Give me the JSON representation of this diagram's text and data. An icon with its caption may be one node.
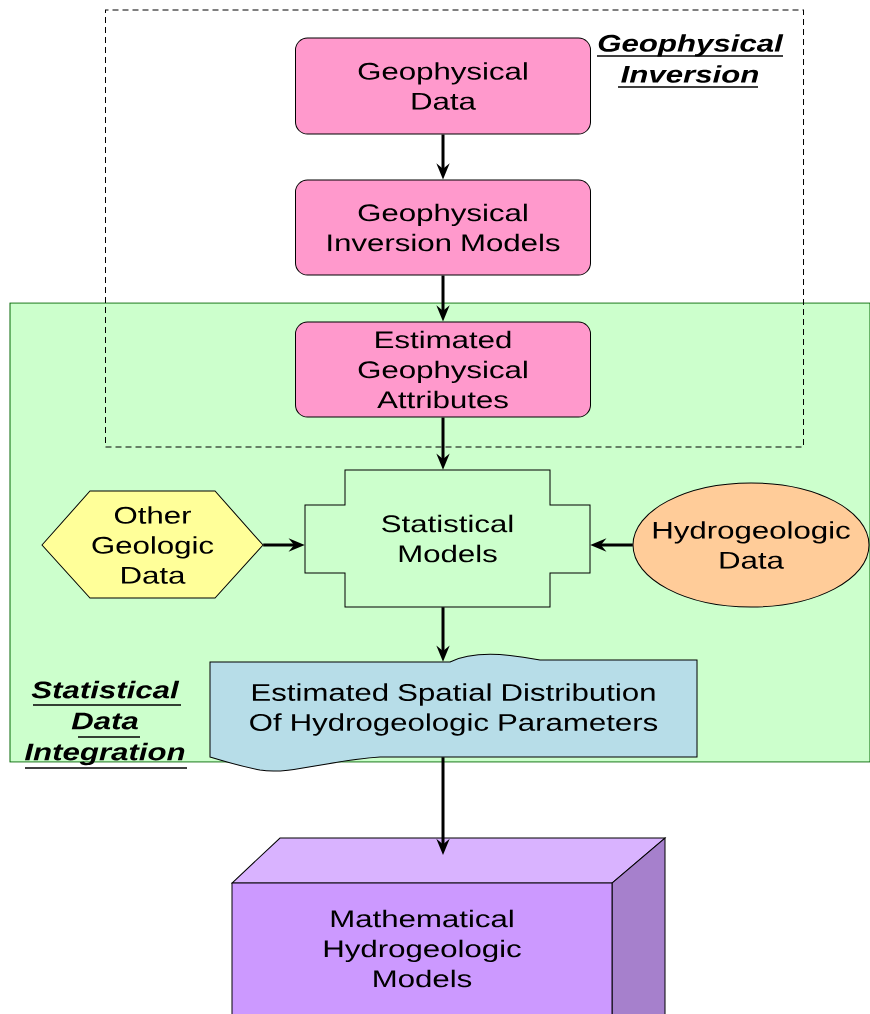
{
  "diagram": {
    "nodes": [
      {
        "text": [
          "Geophysical Inversion"
        ]
      },
      {
        "text": [
          "Geophysical Data"
        ],
        "in": 0
      },
      {
        "text": [
          "Geophysical Inversion Models"
        ],
        "in": 0
      },
      {
        "text": [
          "Statistical Data Integration"
        ]
      },
      {
        "text": [
          "Estimated Geophysical Attributes"
        ]
      },
      {
        "text": [
          "Other Geologic Data"
        ],
        "in": 3
      },
      {
        "text": [
          "Statistical Models"
        ],
        "in": 3
      },
      {
        "text": [
          "Hydrogeologic Data"
        ],
        "in": 3
      },
      {
        "text": [
          "Estimated Spatial Distribution Of Hydrogeologic Parameters"
        ],
        "in": 3
      },
      {
        "text": [
          "Mathematical Hydrogeologic Models"
        ]
      }
    ],
    "edges": [
      {
        "from": 1,
        "to": 2,
        "arrow": "to"
      },
      {
        "from": 2,
        "to": 4,
        "arrow": "to"
      },
      {
        "from": 4,
        "to": 6,
        "arrow": "to"
      },
      {
        "from": 5,
        "to": 6,
        "arrow": "to"
      },
      {
        "from": 7,
        "to": 6,
        "arrow": "to"
      },
      {
        "from": 6,
        "to": 8,
        "arrow": "to"
      },
      {
        "from": 8,
        "to": 9,
        "arrow": "to"
      }
    ]
  }
}
